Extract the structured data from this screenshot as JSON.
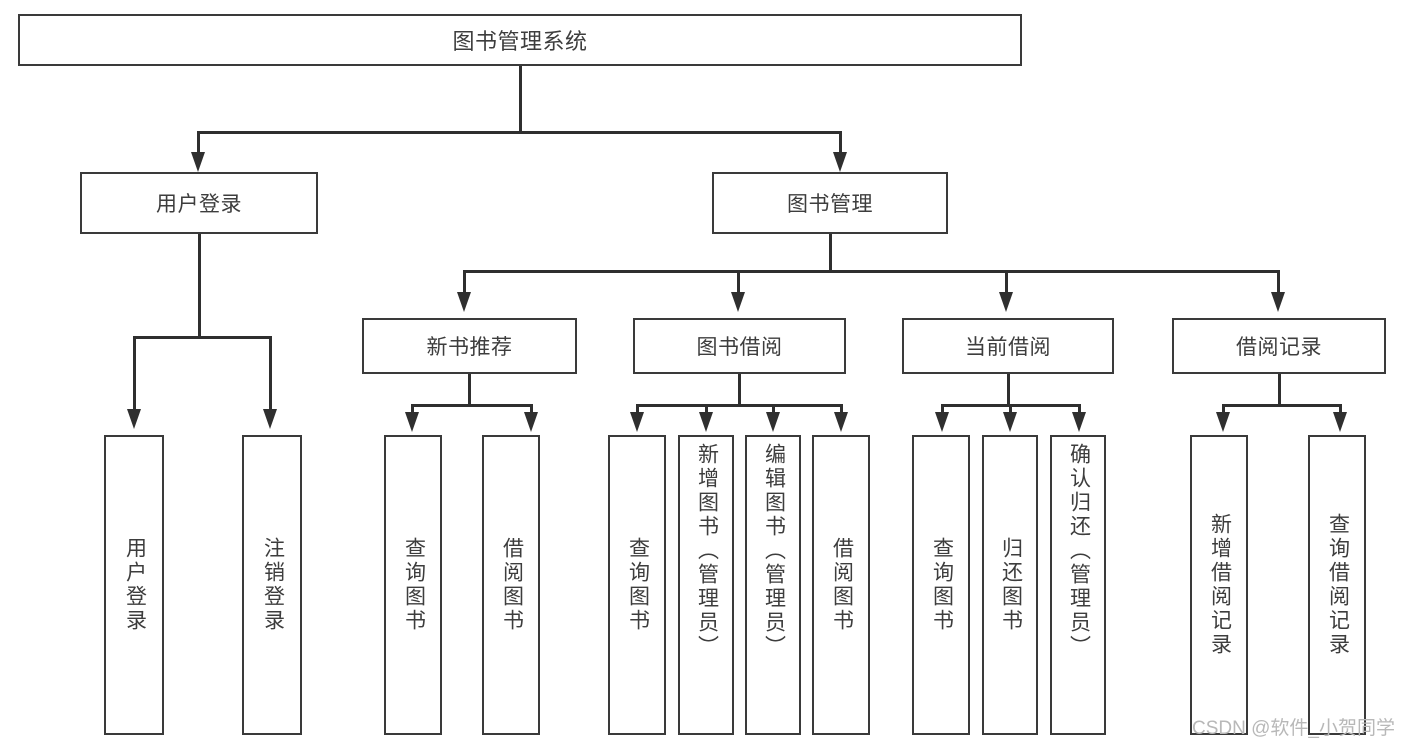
{
  "diagram": {
    "type": "tree-hierarchy-chart",
    "title": "图书管理系统",
    "root": {
      "label": "图书管理系统"
    },
    "level2": [
      {
        "id": "user-login",
        "label": "用户登录"
      },
      {
        "id": "book-management",
        "label": "图书管理"
      }
    ],
    "level3": [
      {
        "id": "new-book-recommend",
        "label": "新书推荐",
        "parent": "book-management"
      },
      {
        "id": "book-borrow",
        "label": "图书借阅",
        "parent": "book-management"
      },
      {
        "id": "current-borrow",
        "label": "当前借阅",
        "parent": "book-management"
      },
      {
        "id": "borrow-record",
        "label": "借阅记录",
        "parent": "book-management"
      }
    ],
    "leaves": [
      {
        "id": "leaf-user-login",
        "label": "用户登录",
        "parent": "user-login"
      },
      {
        "id": "leaf-logout-login",
        "label": "注销登录",
        "parent": "user-login"
      },
      {
        "id": "leaf-query-book-1",
        "label": "查询图书",
        "parent": "new-book-recommend"
      },
      {
        "id": "leaf-borrow-book-1",
        "label": "借阅图书",
        "parent": "new-book-recommend"
      },
      {
        "id": "leaf-query-book-2",
        "label": "查询图书",
        "parent": "book-borrow"
      },
      {
        "id": "leaf-add-book",
        "label": "新增图书（管理员）",
        "parent": "book-borrow"
      },
      {
        "id": "leaf-edit-book",
        "label": "编辑图书（管理员）",
        "parent": "book-borrow"
      },
      {
        "id": "leaf-borrow-book-2",
        "label": "借阅图书",
        "parent": "book-borrow"
      },
      {
        "id": "leaf-query-book-3",
        "label": "查询图书",
        "parent": "current-borrow"
      },
      {
        "id": "leaf-return-book",
        "label": "归还图书",
        "parent": "current-borrow"
      },
      {
        "id": "leaf-confirm-return",
        "label": "确认归还（管理员）",
        "parent": "current-borrow"
      },
      {
        "id": "leaf-add-record",
        "label": "新增借阅记录",
        "parent": "borrow-record"
      },
      {
        "id": "leaf-query-record",
        "label": "查询借阅记录",
        "parent": "borrow-record"
      }
    ],
    "watermark": "CSDN @软件_小贺同学",
    "colors": {
      "stroke": "#3a3a3a",
      "connector": "#2f2f2f",
      "text": "#3d3d3d",
      "background": "#ffffff",
      "watermark": "#b8b8b8"
    }
  }
}
